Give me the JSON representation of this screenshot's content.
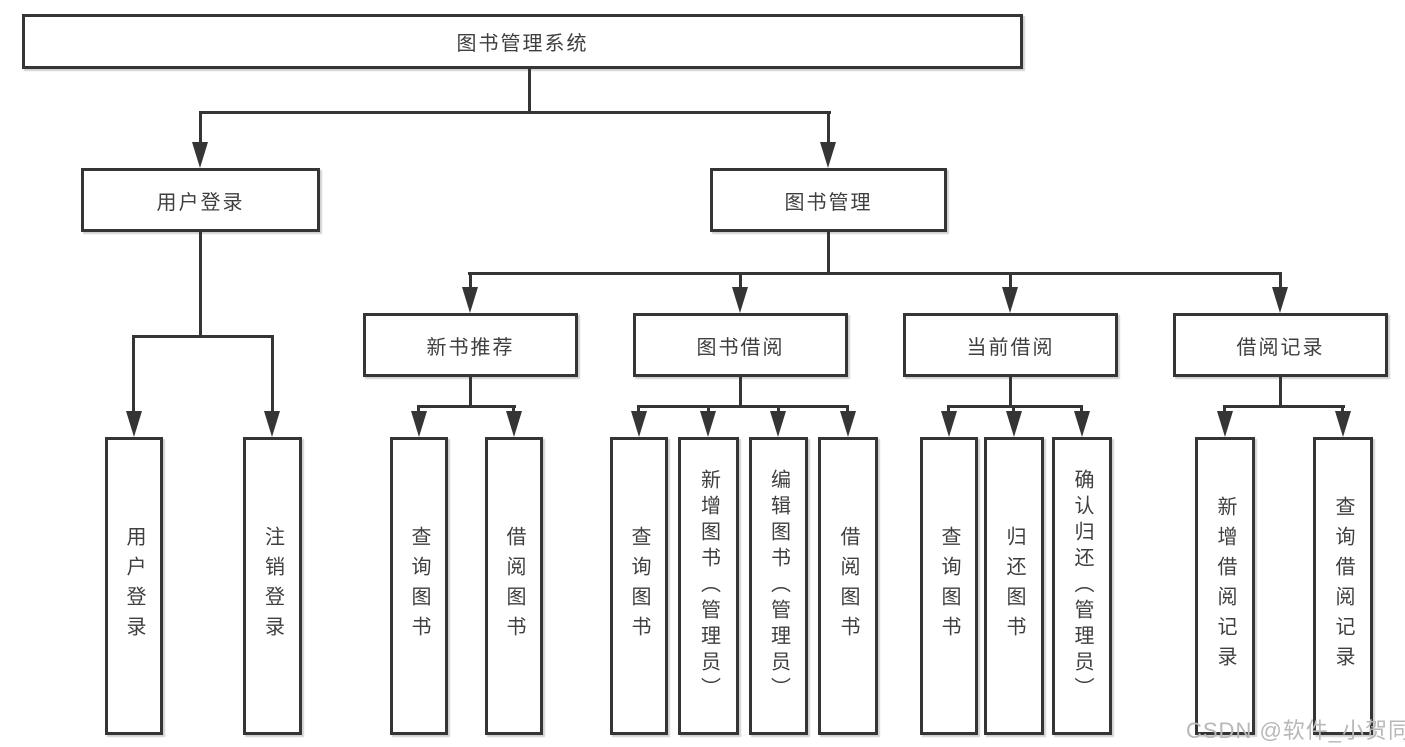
{
  "diagram": {
    "root": {
      "label": "图书管理系统",
      "children": [
        {
          "label": "用户登录",
          "children": [
            {
              "label": "用户登录"
            },
            {
              "label": "注销登录"
            }
          ]
        },
        {
          "label": "图书管理",
          "children": [
            {
              "label": "新书推荐",
              "children": [
                {
                  "label": "查询图书"
                },
                {
                  "label": "借阅图书"
                }
              ]
            },
            {
              "label": "图书借阅",
              "children": [
                {
                  "label": "查询图书"
                },
                {
                  "label": "新增图书（管理员）"
                },
                {
                  "label": "编辑图书（管理员）"
                },
                {
                  "label": "借阅图书"
                }
              ]
            },
            {
              "label": "当前借阅",
              "children": [
                {
                  "label": "查询图书"
                },
                {
                  "label": "归还图书"
                },
                {
                  "label": "确认归还（管理员）"
                }
              ]
            },
            {
              "label": "借阅记录",
              "children": [
                {
                  "label": "新增借阅记录"
                },
                {
                  "label": "查询借阅记录"
                }
              ]
            }
          ]
        }
      ]
    }
  },
  "watermark": {
    "text": "CSDN @软件_小贺同学"
  },
  "colors": {
    "line": "#353535",
    "text": "#3f3f3f",
    "background": "#ffffff",
    "watermark": "#b9b7b7"
  }
}
